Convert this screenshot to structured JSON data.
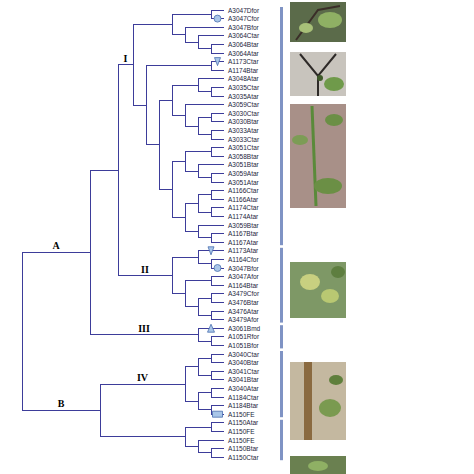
{
  "diagram": {
    "labels": [
      "A3047Dfor",
      "A3047Cfor",
      "A3047Bfor",
      "A3064Ctar",
      "A3064Btar",
      "A3064Atar",
      "A1173Ctar",
      "A1174Btar",
      "A3048Atar",
      "A3035Ctar",
      "A3035Atar",
      "A3059Ctar",
      "A3030Ctar",
      "A3030Btar",
      "A3033Atar",
      "A3033Ctar",
      "A3051Ctar",
      "A3058Btar",
      "A3051Btar",
      "A3059Atar",
      "A3051Atar",
      "A1166Ctar",
      "A1166Atar",
      "A1174Ctar",
      "A1174Atar",
      "A3059Btar",
      "A1167Btar",
      "A1167Atar",
      "A1173Atar",
      "A1164Cfor",
      "A3047Bfor",
      "A3047Afor",
      "A1164Btar",
      "A3479Cfor",
      "A3476Btar",
      "A3476Atar",
      "A3479Afor",
      "A3061Bmd",
      "A1051Rfor",
      "A1051Bfor",
      "A3040Ctar",
      "A3040Btar",
      "A3041Ctar",
      "A3041Btar",
      "A3040Atar",
      "A1184Ctar",
      "A1184Btar",
      "A1150FE",
      "A1150Atar",
      "A1150FE",
      "A1150FE",
      "A1150Btar",
      "A1150Ctar",
      "I",
      "II",
      "III",
      "IV",
      "A",
      "B"
    ]
  }
}
